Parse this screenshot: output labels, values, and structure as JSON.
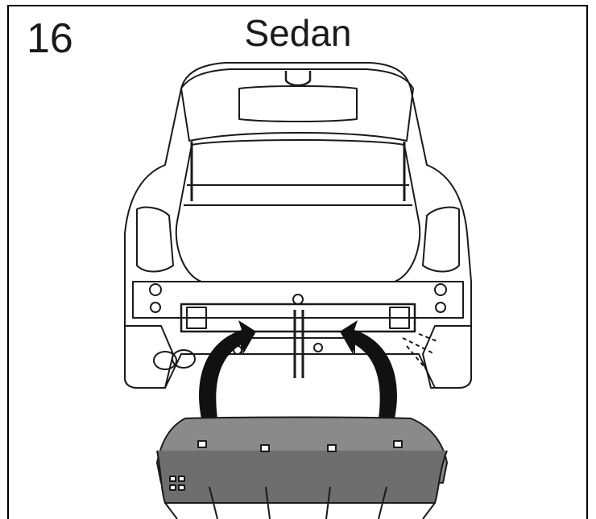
{
  "diagram": {
    "step_number": "16",
    "title": "Sedan",
    "colors": {
      "line": "#1a1a1a",
      "bumper_fill": "#6e6e6e",
      "bumper_top": "#8a8a8a",
      "arrow": "#111111",
      "background": "#ffffff"
    },
    "icons": [
      "car-rear-view",
      "rear-bumper-cover",
      "install-arrow-left",
      "install-arrow-right"
    ]
  }
}
